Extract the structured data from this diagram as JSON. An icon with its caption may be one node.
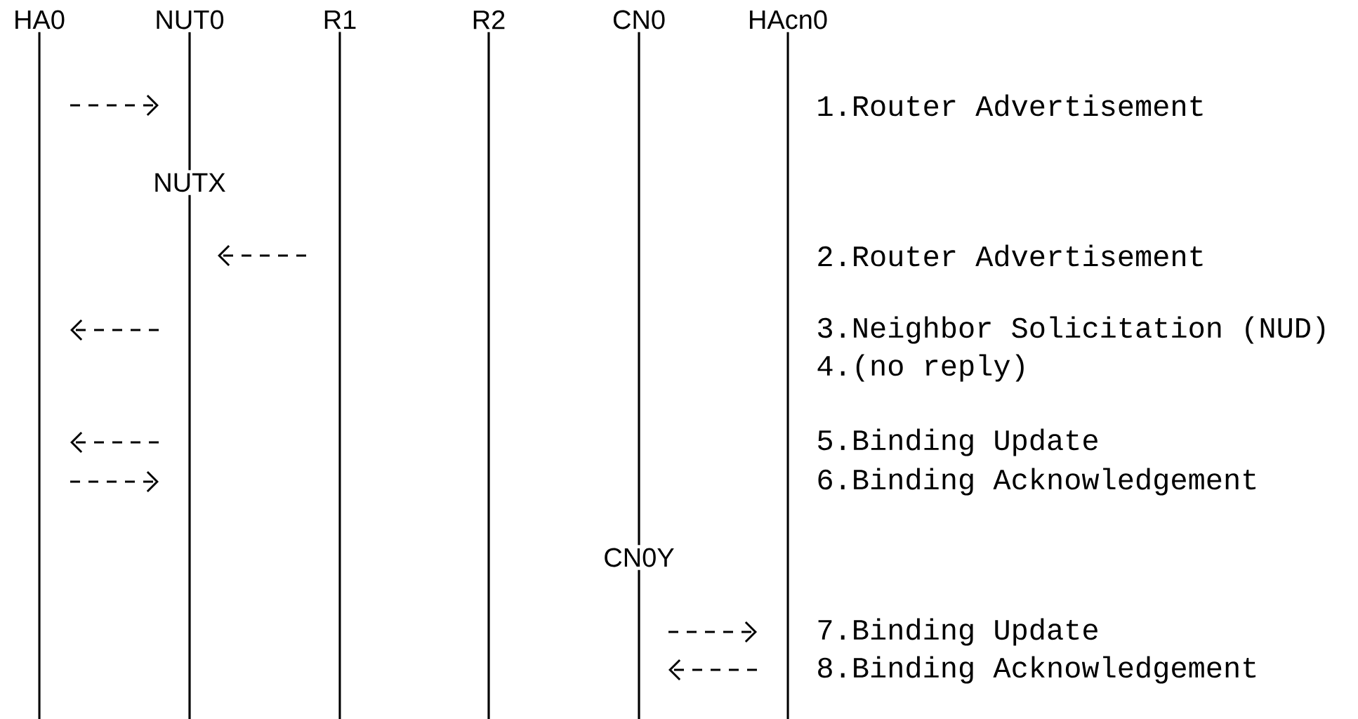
{
  "diagram": {
    "nodes": [
      {
        "text": [
          "HA0"
        ]
      },
      {
        "text": [
          "NUT0"
        ]
      },
      {
        "text": [
          "R1"
        ]
      },
      {
        "text": [
          "R2"
        ]
      },
      {
        "text": [
          "CN0"
        ]
      },
      {
        "text": [
          "HAcn0"
        ]
      },
      {
        "text": [
          "NUTX"
        ]
      },
      {
        "text": [
          "CN0Y"
        ]
      }
    ],
    "edges": [
      {
        "from": 1,
        "to": 6,
        "arrow": "none"
      },
      {
        "from": 4,
        "to": 7,
        "arrow": "none"
      }
    ],
    "labels": [
      "1.Router Advertisement",
      "2.Router Advertisement",
      "3.Neighbor Solicitation (NUD)",
      "4.(no reply)",
      "5.Binding Update",
      "6.Binding Acknowledgement",
      "7.Binding Update",
      "8.Binding Acknowledgement"
    ]
  }
}
